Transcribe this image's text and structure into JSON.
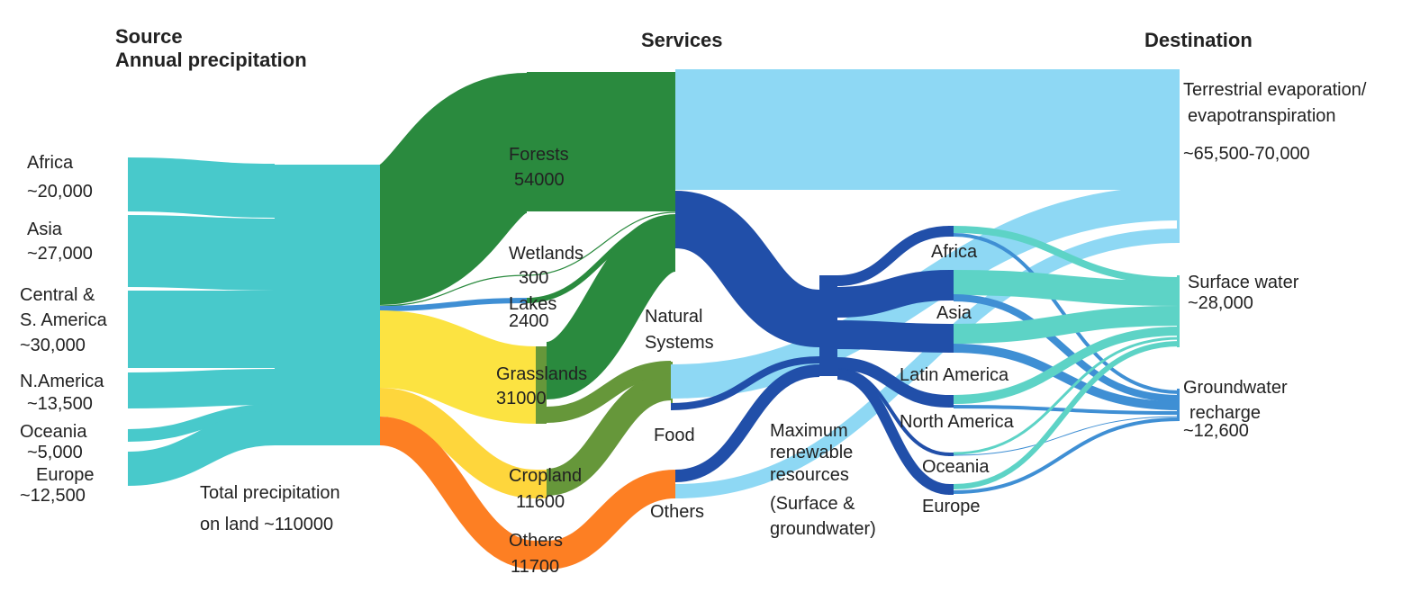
{
  "headers": {
    "source": "Source",
    "source_sub": "Annual precipitation",
    "services": "Services",
    "destination": "Destination"
  },
  "sources": {
    "africa": {
      "name": "Africa",
      "value": "~20,000"
    },
    "asia": {
      "name": "Asia",
      "value": "~27,000"
    },
    "csamerica": {
      "name": "Central &",
      "name2": "S. America",
      "value": "~30,000"
    },
    "namerica": {
      "name": "N.America",
      "value": "~13,500"
    },
    "oceania": {
      "name": "Oceania",
      "value": "~5,000"
    },
    "europe": {
      "name": "Europe",
      "value": "~12,500"
    }
  },
  "total": {
    "line1": "Total precipitation",
    "line2": "on land ~110000"
  },
  "land": {
    "forests": {
      "name": "Forests",
      "value": "54000"
    },
    "wetlands": {
      "name": "Wetlands",
      "value": "300"
    },
    "lakes": {
      "name": "Lakes",
      "value": "2400"
    },
    "grasslands": {
      "name": "Grasslands",
      "value": "31000"
    },
    "cropland": {
      "name": "Cropland",
      "value": "11600"
    },
    "others": {
      "name": "Others",
      "value": "11700"
    }
  },
  "services": {
    "natural": {
      "line1": "Natural",
      "line2": "Systems"
    },
    "food": "Food",
    "others": "Others"
  },
  "mrr": {
    "line1": "Maximum",
    "line2": "renewable",
    "line3": "resources",
    "line4": "(Surface &",
    "line5": "groundwater)"
  },
  "regions": {
    "africa": "Africa",
    "asia": "Asia",
    "latin": "Latin America",
    "north": "North America",
    "oceania": "Oceania",
    "europe": "Europe"
  },
  "destinations": {
    "evap": {
      "line1": "Terrestrial evaporation/",
      "line2": "evapotranspiration",
      "value": "~65,500-70,000"
    },
    "surface": {
      "name": "Surface water",
      "value": "~28,000"
    },
    "ground": {
      "line1": "Groundwater",
      "line2": "recharge",
      "value": "~12,600"
    }
  },
  "colors": {
    "source": "#48c9cb",
    "forest": "#2a8a3e",
    "lakes": "#3f8fd4",
    "grassland": "#fce341",
    "cropland": "#fed63c",
    "others": "#fd7f23",
    "food": "#66973a",
    "evap": "#8ed8f4",
    "mrr": "#214fa9",
    "surface": "#5dd3c6",
    "ground": "#3f8fd4"
  }
}
